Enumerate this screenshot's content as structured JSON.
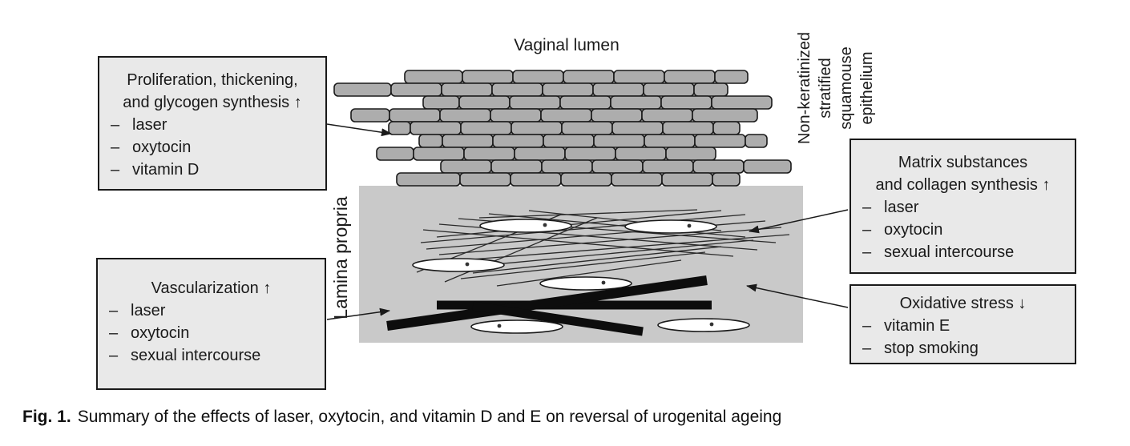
{
  "figure": {
    "bullet": "–",
    "labels": {
      "vaginal_lumen": "Vaginal lumen",
      "lamina_propria": "Lamina propria",
      "epithelium_lines": [
        "Non-keratinized",
        "stratified",
        "squamouse",
        "epithelium"
      ]
    },
    "boxes": [
      {
        "id": "proliferation",
        "title_lines": [
          "Proliferation, thickening,",
          "and glycogen synthesis ↑"
        ],
        "items": [
          "laser",
          "oxytocin",
          "vitamin D"
        ]
      },
      {
        "id": "vascularization",
        "title_lines": [
          "Vascularization ↑"
        ],
        "items": [
          "laser",
          "oxytocin",
          "sexual intercourse"
        ]
      },
      {
        "id": "matrix",
        "title_lines": [
          "Matrix substances",
          "and collagen synthesis ↑"
        ],
        "items": [
          "laser",
          "oxytocin",
          "sexual intercourse"
        ]
      },
      {
        "id": "oxidative",
        "title_lines": [
          "Oxidative stress ↓"
        ],
        "items": [
          "vitamin E",
          "stop smoking"
        ]
      }
    ],
    "caption": {
      "label": "Fig. 1.",
      "text": "Summary of the effects of laser, oxytocin, and vitamin D and E on reversal of urogenital ageing"
    },
    "colors": {
      "epithelial_cell_fill": "#adadad",
      "outline": "#1a1a1a",
      "lamina_fill": "#c9c9c9",
      "box_fill": "#e9e9e9",
      "fiber": "#2a2a2a",
      "vessel": "#0d0d0d",
      "fibroblast_fill": "#ffffff",
      "text": "#1a1a1a"
    }
  }
}
